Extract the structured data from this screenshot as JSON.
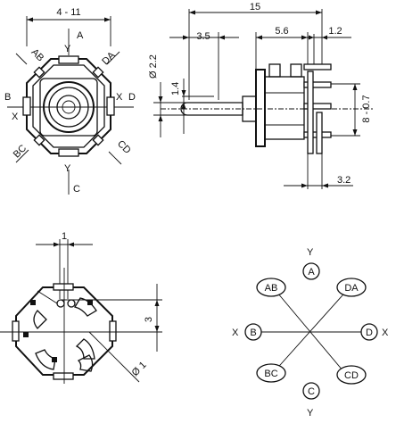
{
  "front_view": {
    "width_dim": "4 - 11",
    "labels": {
      "a": "A",
      "da": "DA",
      "d": "D",
      "cd": "CD",
      "c": "C",
      "bc": "BC",
      "b": "B",
      "ab": "AB",
      "y_top": "Y",
      "y_bottom": "Y",
      "x_left": "X",
      "x_right": "X"
    }
  },
  "side_view": {
    "total_length": "15",
    "shaft_length": "3.5",
    "body_length": "5.6",
    "pin_offset": "1.2",
    "shaft_diameter": "Ø 2.2",
    "shaft_step": "1.4",
    "pin_length": "8 - 0.7",
    "pin_spacing": "3.2"
  },
  "rear_view": {
    "pin_pitch": "1",
    "offset": "3",
    "hole_dia": "Ø 1"
  },
  "wiring_diagram": {
    "y_top": "Y",
    "y_bottom": "Y",
    "x_left": "X",
    "x_right": "X",
    "nodes": {
      "a": "A",
      "da": "DA",
      "d": "D",
      "cd": "CD",
      "c": "C",
      "bc": "BC",
      "b": "B",
      "ab": "AB"
    }
  }
}
